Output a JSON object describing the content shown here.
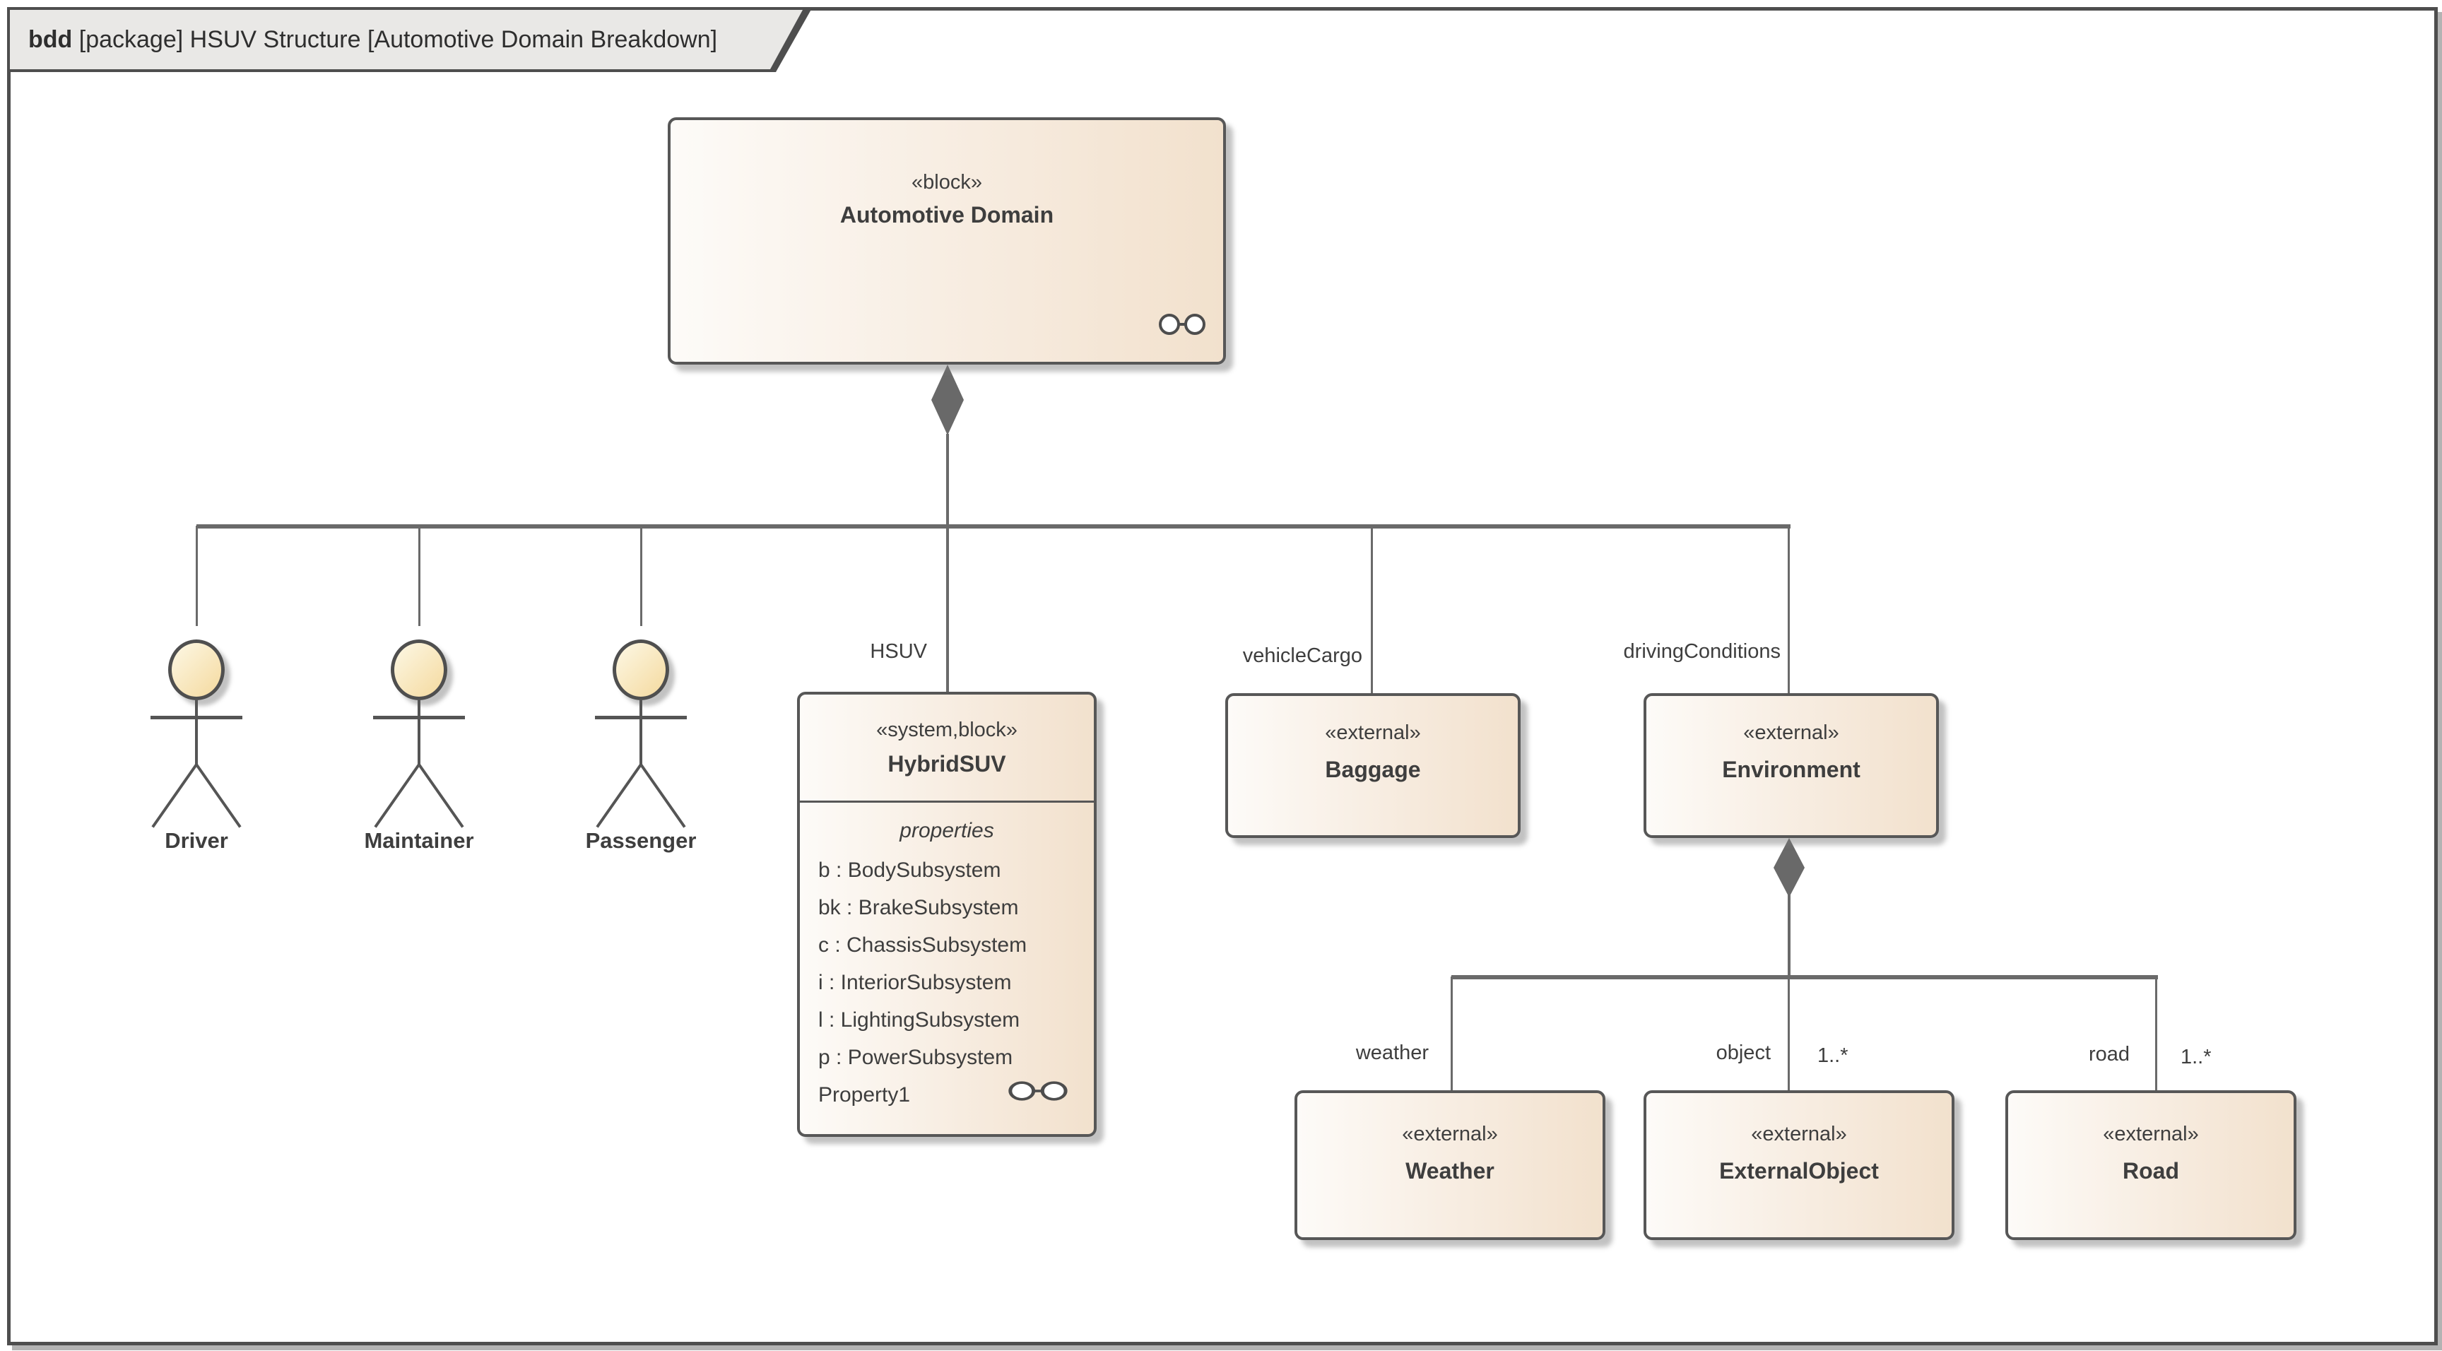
{
  "frame": {
    "tab_keyword": "bdd",
    "tab_text": " [package] HSUV Structure [Automotive Domain Breakdown]"
  },
  "blocks": {
    "automotive_domain": {
      "stereotype": "«block»",
      "name": "Automotive Domain"
    },
    "hybrid_suv": {
      "stereotype": "«system,block»",
      "name": "HybridSUV",
      "compartment": "properties",
      "properties": [
        "b : BodySubsystem",
        "bk : BrakeSubsystem",
        "c : ChassisSubsystem",
        "i : InteriorSubsystem",
        "l : LightingSubsystem",
        "p : PowerSubsystem",
        "Property1"
      ]
    },
    "baggage": {
      "stereotype": "«external»",
      "name": "Baggage"
    },
    "environment": {
      "stereotype": "«external»",
      "name": "Environment"
    },
    "weather": {
      "stereotype": "«external»",
      "name": "Weather"
    },
    "external_object": {
      "stereotype": "«external»",
      "name": "ExternalObject"
    },
    "road": {
      "stereotype": "«external»",
      "name": "Road"
    }
  },
  "actors": [
    {
      "name": "Driver"
    },
    {
      "name": "Maintainer"
    },
    {
      "name": "Passenger"
    }
  ],
  "edge_labels": {
    "hsuv": "HSUV",
    "vehicle_cargo": "vehicleCargo",
    "driving_conditions": "drivingConditions",
    "weather": "weather",
    "object": "object",
    "object_mult": "1..*",
    "road": "road",
    "road_mult": "1..*"
  },
  "colors": {
    "frame_border": "#4e4e4e",
    "tab_fill": "#e9e8e6",
    "block_border": "#575757",
    "block_fill_left": "#fdfbf8",
    "block_fill_right": "#f2e1cd",
    "line": "#6a6a6a",
    "diamond": "#696969",
    "actor_head_light": "#fcf5de",
    "actor_head_dark": "#f5dba2",
    "text": "#3e3e3e"
  }
}
